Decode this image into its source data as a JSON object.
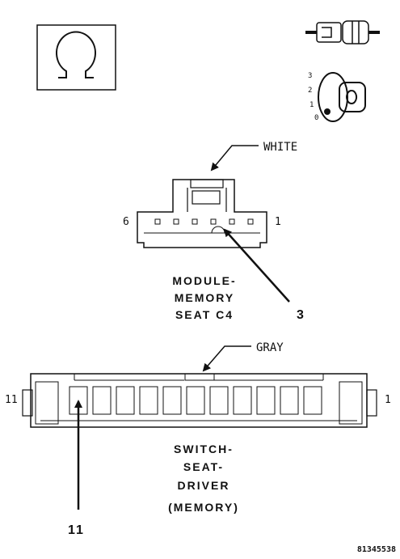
{
  "ignition_symbol": {
    "positions": [
      "3",
      "2",
      "1",
      "0"
    ]
  },
  "connector_c4": {
    "color_label": "WHITE",
    "pin_left": "6",
    "pin_right": "1",
    "name_lines": [
      "MODULE-",
      "MEMORY",
      "SEAT C4"
    ],
    "callout_pin": "3"
  },
  "connector_switch": {
    "color_label": "GRAY",
    "pin_left": "11",
    "pin_right": "1",
    "name_lines": [
      "SWITCH-",
      "SEAT-",
      "DRIVER",
      "(MEMORY)"
    ],
    "callout_pin": "11"
  },
  "figure_id": "81345538"
}
